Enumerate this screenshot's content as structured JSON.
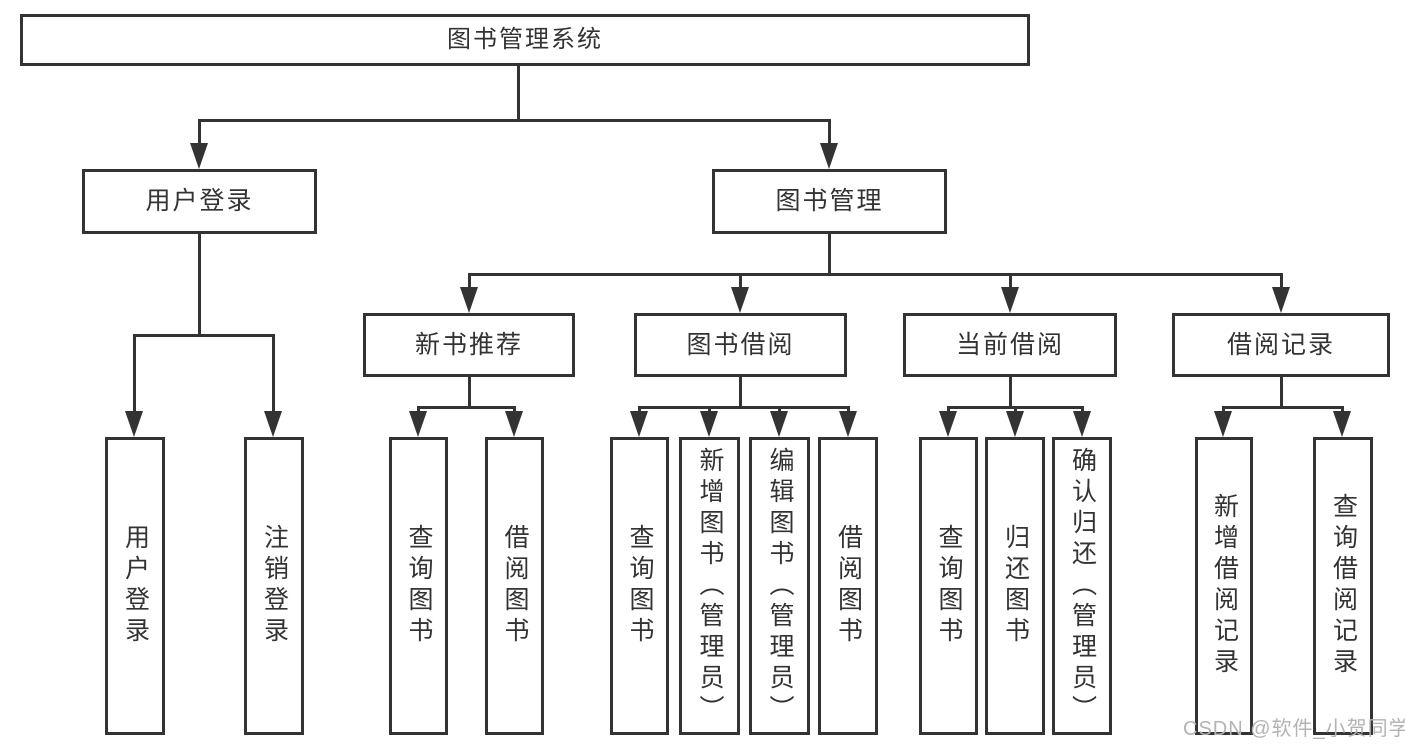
{
  "diagram": {
    "root": {
      "label": "图书管理系统"
    },
    "level2": [
      {
        "label": "用户登录"
      },
      {
        "label": "图书管理"
      }
    ],
    "level3": [
      {
        "label": "新书推荐",
        "parent": "图书管理"
      },
      {
        "label": "图书借阅",
        "parent": "图书管理"
      },
      {
        "label": "当前借阅",
        "parent": "图书管理"
      },
      {
        "label": "借阅记录",
        "parent": "图书管理"
      }
    ],
    "leaves": [
      {
        "label": "用户登录",
        "parent": "用户登录"
      },
      {
        "label": "注销登录",
        "parent": "用户登录"
      },
      {
        "label": "查询图书",
        "parent": "新书推荐"
      },
      {
        "label": "借阅图书",
        "parent": "新书推荐"
      },
      {
        "label": "查询图书",
        "parent": "图书借阅"
      },
      {
        "label": "新增图书（管理员）",
        "parent": "图书借阅"
      },
      {
        "label": "编辑图书（管理员）",
        "parent": "图书借阅"
      },
      {
        "label": "借阅图书",
        "parent": "图书借阅"
      },
      {
        "label": "查询图书",
        "parent": "当前借阅"
      },
      {
        "label": "归还图书",
        "parent": "当前借阅"
      },
      {
        "label": "确认归还（管理员）",
        "parent": "当前借阅"
      },
      {
        "label": "新增借阅记录",
        "parent": "借阅记录"
      },
      {
        "label": "查询借阅记录",
        "parent": "借阅记录"
      }
    ],
    "watermark": "CSDN @软件_小贺同学",
    "colors": {
      "line": "#333333",
      "text": "#333333",
      "watermark": "#b3b3b3",
      "background": "#ffffff"
    }
  }
}
